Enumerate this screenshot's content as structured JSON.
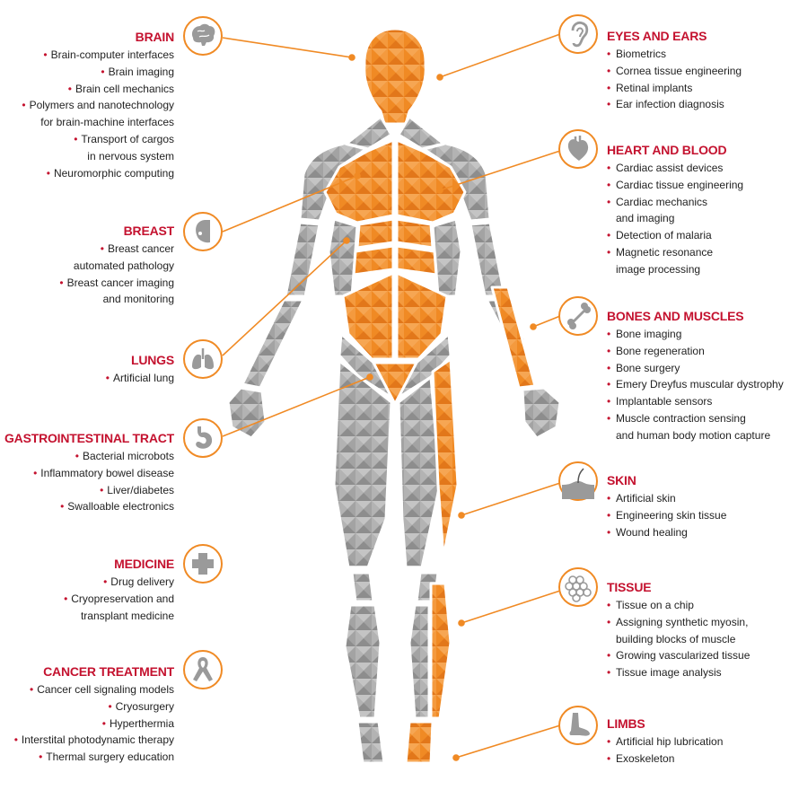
{
  "colors": {
    "accent": "#f08a24",
    "heading": "#c4122f",
    "body_gray": "#9a9a9a",
    "body_orange": "#f08a24"
  },
  "sections": {
    "brain": {
      "title": "BRAIN",
      "icon": "brain-icon",
      "items": [
        [
          "Brain-computer interfaces"
        ],
        [
          "Brain imaging"
        ],
        [
          "Brain cell mechanics"
        ],
        [
          "Polymers and nanotechnology",
          "for brain-machine interfaces"
        ],
        [
          "Transport of cargos",
          "in nervous system"
        ],
        [
          "Neuromorphic computing"
        ]
      ]
    },
    "breast": {
      "title": "BREAST",
      "icon": "breast-icon",
      "items": [
        [
          "Breast cancer",
          "automated pathology"
        ],
        [
          "Breast cancer imaging",
          "and monitoring"
        ]
      ]
    },
    "lungs": {
      "title": "LUNGS",
      "icon": "lungs-icon",
      "items": [
        [
          "Artificial lung"
        ]
      ]
    },
    "gi": {
      "title": "GASTROINTESTINAL TRACT",
      "icon": "stomach-icon",
      "items": [
        [
          "Bacterial microbots"
        ],
        [
          "Inflammatory bowel disease"
        ],
        [
          "Liver/diabetes"
        ],
        [
          "Swalloable electronics"
        ]
      ]
    },
    "medicine": {
      "title": "MEDICINE",
      "icon": "medical-cross-icon",
      "items": [
        [
          "Drug delivery"
        ],
        [
          "Cryopreservation and",
          "transplant medicine"
        ]
      ]
    },
    "cancer": {
      "title": "CANCER TREATMENT",
      "icon": "ribbon-icon",
      "items": [
        [
          "Cancer cell signaling models"
        ],
        [
          "Cryosurgery"
        ],
        [
          "Hyperthermia"
        ],
        [
          "Interstital photodynamic therapy"
        ],
        [
          "Thermal surgery education"
        ]
      ]
    },
    "eyes": {
      "title": "EYES AND EARS",
      "icon": "ear-icon",
      "items": [
        [
          "Biometrics"
        ],
        [
          "Cornea tissue engineering"
        ],
        [
          "Retinal implants"
        ],
        [
          "Ear infection diagnosis"
        ]
      ]
    },
    "heart": {
      "title": "HEART AND BLOOD",
      "icon": "heart-icon",
      "items": [
        [
          "Cardiac assist devices"
        ],
        [
          "Cardiac tissue engineering"
        ],
        [
          "Cardiac mechanics",
          "and imaging"
        ],
        [
          "Detection of malaria"
        ],
        [
          "Magnetic resonance",
          "image processing"
        ]
      ]
    },
    "bones": {
      "title": "BONES AND MUSCLES",
      "icon": "bone-icon",
      "items": [
        [
          "Bone imaging"
        ],
        [
          "Bone regeneration"
        ],
        [
          "Bone surgery"
        ],
        [
          "Emery Dreyfus muscular dystrophy"
        ],
        [
          "Implantable sensors"
        ],
        [
          "Muscle contraction sensing",
          "and human body motion capture"
        ]
      ]
    },
    "skin": {
      "title": "SKIN",
      "icon": "skin-hair-icon",
      "items": [
        [
          "Artificial skin"
        ],
        [
          "Engineering skin tissue"
        ],
        [
          "Wound healing"
        ]
      ]
    },
    "tissue": {
      "title": "TISSUE",
      "icon": "honeycomb-cells-icon",
      "items": [
        [
          "Tissue on a chip"
        ],
        [
          "Assigning synthetic myosin,",
          "building blocks of muscle"
        ],
        [
          "Growing vascularized tissue"
        ],
        [
          "Tissue image analysis"
        ]
      ]
    },
    "limbs": {
      "title": "LIMBS",
      "icon": "foot-icon",
      "items": [
        [
          "Artificial hip lubrication"
        ],
        [
          "Exoskeleton"
        ]
      ]
    }
  }
}
